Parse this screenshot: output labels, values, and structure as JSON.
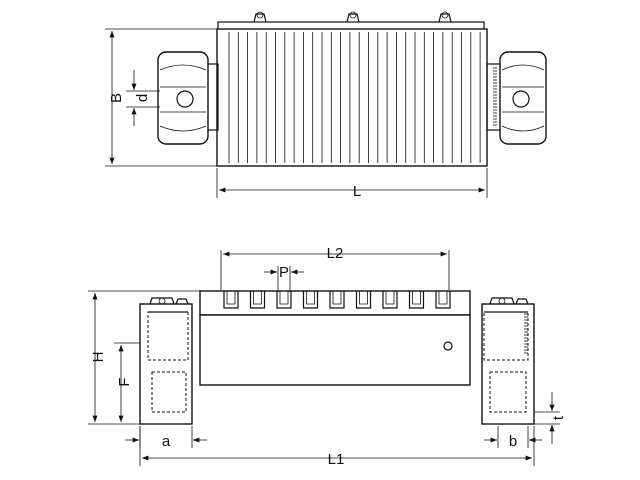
{
  "labels": {
    "B": "B",
    "d": "d",
    "L": "L",
    "L2": "L2",
    "P": "P",
    "H": "H",
    "F": "F",
    "t": "t",
    "a": "a",
    "b": "b",
    "L1": "L1"
  }
}
